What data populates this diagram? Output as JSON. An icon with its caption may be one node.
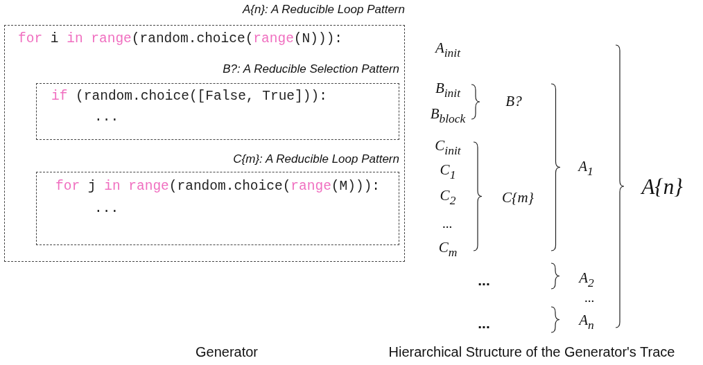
{
  "diagram": {
    "nodes": [
      {
        "text": [
          "*A{n}*: A Reducible Loop Pattern",
          "for",
          "i",
          "in range",
          "(random.choice(",
          "range",
          "(N))):"
        ]
      },
      {
        "text": [
          "*B?*: A Reducible Selection Pattern",
          "if",
          "(random.choice([False, True])):",
          "..."
        ],
        "in": 0
      },
      {
        "text": [
          "*C{m}*: A Reducible Loop Pattern",
          "for",
          "j",
          "in range",
          "(random.choice(",
          "range",
          "(M))):",
          "..."
        ],
        "in": 0
      }
    ],
    "labels": [
      "A$_{init}$",
      "B$_{init}$",
      "B?",
      "B$_{block}$",
      "C$_{init}$",
      "C$_{1}$",
      "A$_{1}$",
      "C$_{2}$",
      "C{m}",
      "A{n}",
      "...",
      "C$_{m}$",
      "...",
      "A$_{2}$",
      "...",
      "...",
      "A$_{n}$",
      "Generator",
      "Hierarchical Structure of the Generator's Trace"
    ]
  }
}
